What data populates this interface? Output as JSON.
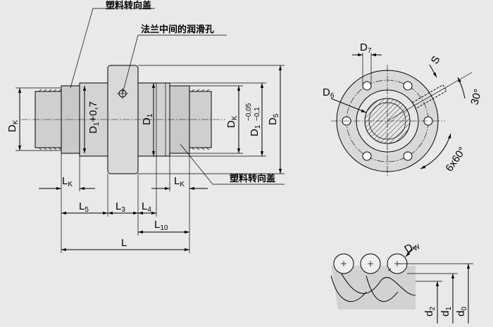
{
  "labels": {
    "plastic_cover_top": "塑料转向盖",
    "plastic_cover_bottom": "塑料转向盖",
    "flange_lube_hole": "法兰中间的润滑孔",
    "dk_left": {
      "main": "D",
      "sub": "K"
    },
    "dk_right": {
      "main": "D",
      "sub": "K"
    },
    "d1_tol": {
      "main": "D",
      "sub": "1",
      "suffix": "+0,7"
    },
    "d1": {
      "main": "D",
      "sub": "1"
    },
    "d1_fit": {
      "main": "D",
      "sub": "1",
      "upper": "−0,05",
      "lower": "−0,1"
    },
    "d5": {
      "main": "D",
      "sub": "5"
    },
    "lk_left": {
      "main": "L",
      "sub": "K"
    },
    "lk_right": {
      "main": "L",
      "sub": "K"
    },
    "l5": {
      "main": "L",
      "sub": "5"
    },
    "l3": {
      "main": "L",
      "sub": "3"
    },
    "l4": {
      "main": "L",
      "sub": "4"
    },
    "l10": {
      "main": "L",
      "sub": "10"
    },
    "l": {
      "main": "L"
    },
    "d7": {
      "main": "D",
      "sub": "7"
    },
    "d6": {
      "main": "D",
      "sub": "6"
    },
    "s": {
      "main": "S"
    },
    "angle30": "30°",
    "holes": "6x60°",
    "dw": {
      "main": "D",
      "sub": "W"
    },
    "d2": {
      "main": "d",
      "sub": "2"
    },
    "d1_small": {
      "main": "d",
      "sub": "1"
    },
    "d0": {
      "main": "d",
      "sub": "0"
    }
  }
}
